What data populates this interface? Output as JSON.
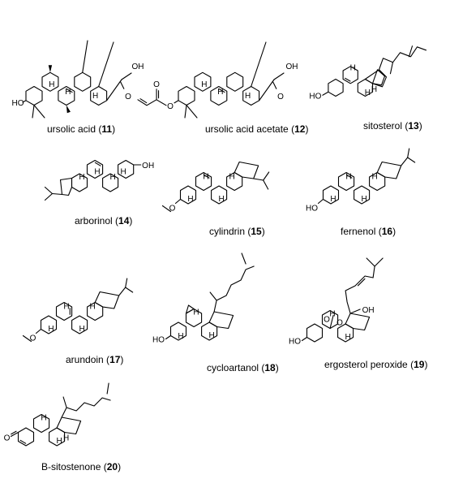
{
  "compounds": [
    {
      "name": "ursolic acid",
      "number": "11",
      "atoms": [
        "HO",
        "OH",
        "O",
        "H",
        "H",
        "H"
      ]
    },
    {
      "name": "ursolic acid acetate",
      "number": "12",
      "atoms": [
        "O",
        "O",
        "OH",
        "O",
        "H",
        "H",
        "H"
      ]
    },
    {
      "name": "sitosterol",
      "number": "13",
      "atoms": [
        "HO",
        "H",
        "H",
        "H"
      ]
    },
    {
      "name": "arborinol",
      "number": "14",
      "atoms": [
        "OH",
        "H",
        "H",
        "H",
        "H"
      ]
    },
    {
      "name": "cylindrin",
      "number": "15",
      "atoms": [
        "O",
        "H",
        "H",
        "H",
        "H"
      ]
    },
    {
      "name": "fernenol",
      "number": "16",
      "atoms": [
        "HO",
        "H",
        "H",
        "H",
        "H"
      ]
    },
    {
      "name": "arundoin",
      "number": "17",
      "atoms": [
        "O",
        "H",
        "H",
        "H",
        "H"
      ]
    },
    {
      "name": "cycloartanol",
      "number": "18",
      "atoms": [
        "HO",
        "H",
        "H",
        "H"
      ]
    },
    {
      "name": "ergosterol peroxide",
      "number": "19",
      "atoms": [
        "HO",
        "OH",
        "O",
        "O",
        "H",
        "H"
      ]
    },
    {
      "name": "B-sitostenone",
      "number": "20",
      "atoms": [
        "O",
        "H",
        "H",
        "H"
      ]
    }
  ]
}
